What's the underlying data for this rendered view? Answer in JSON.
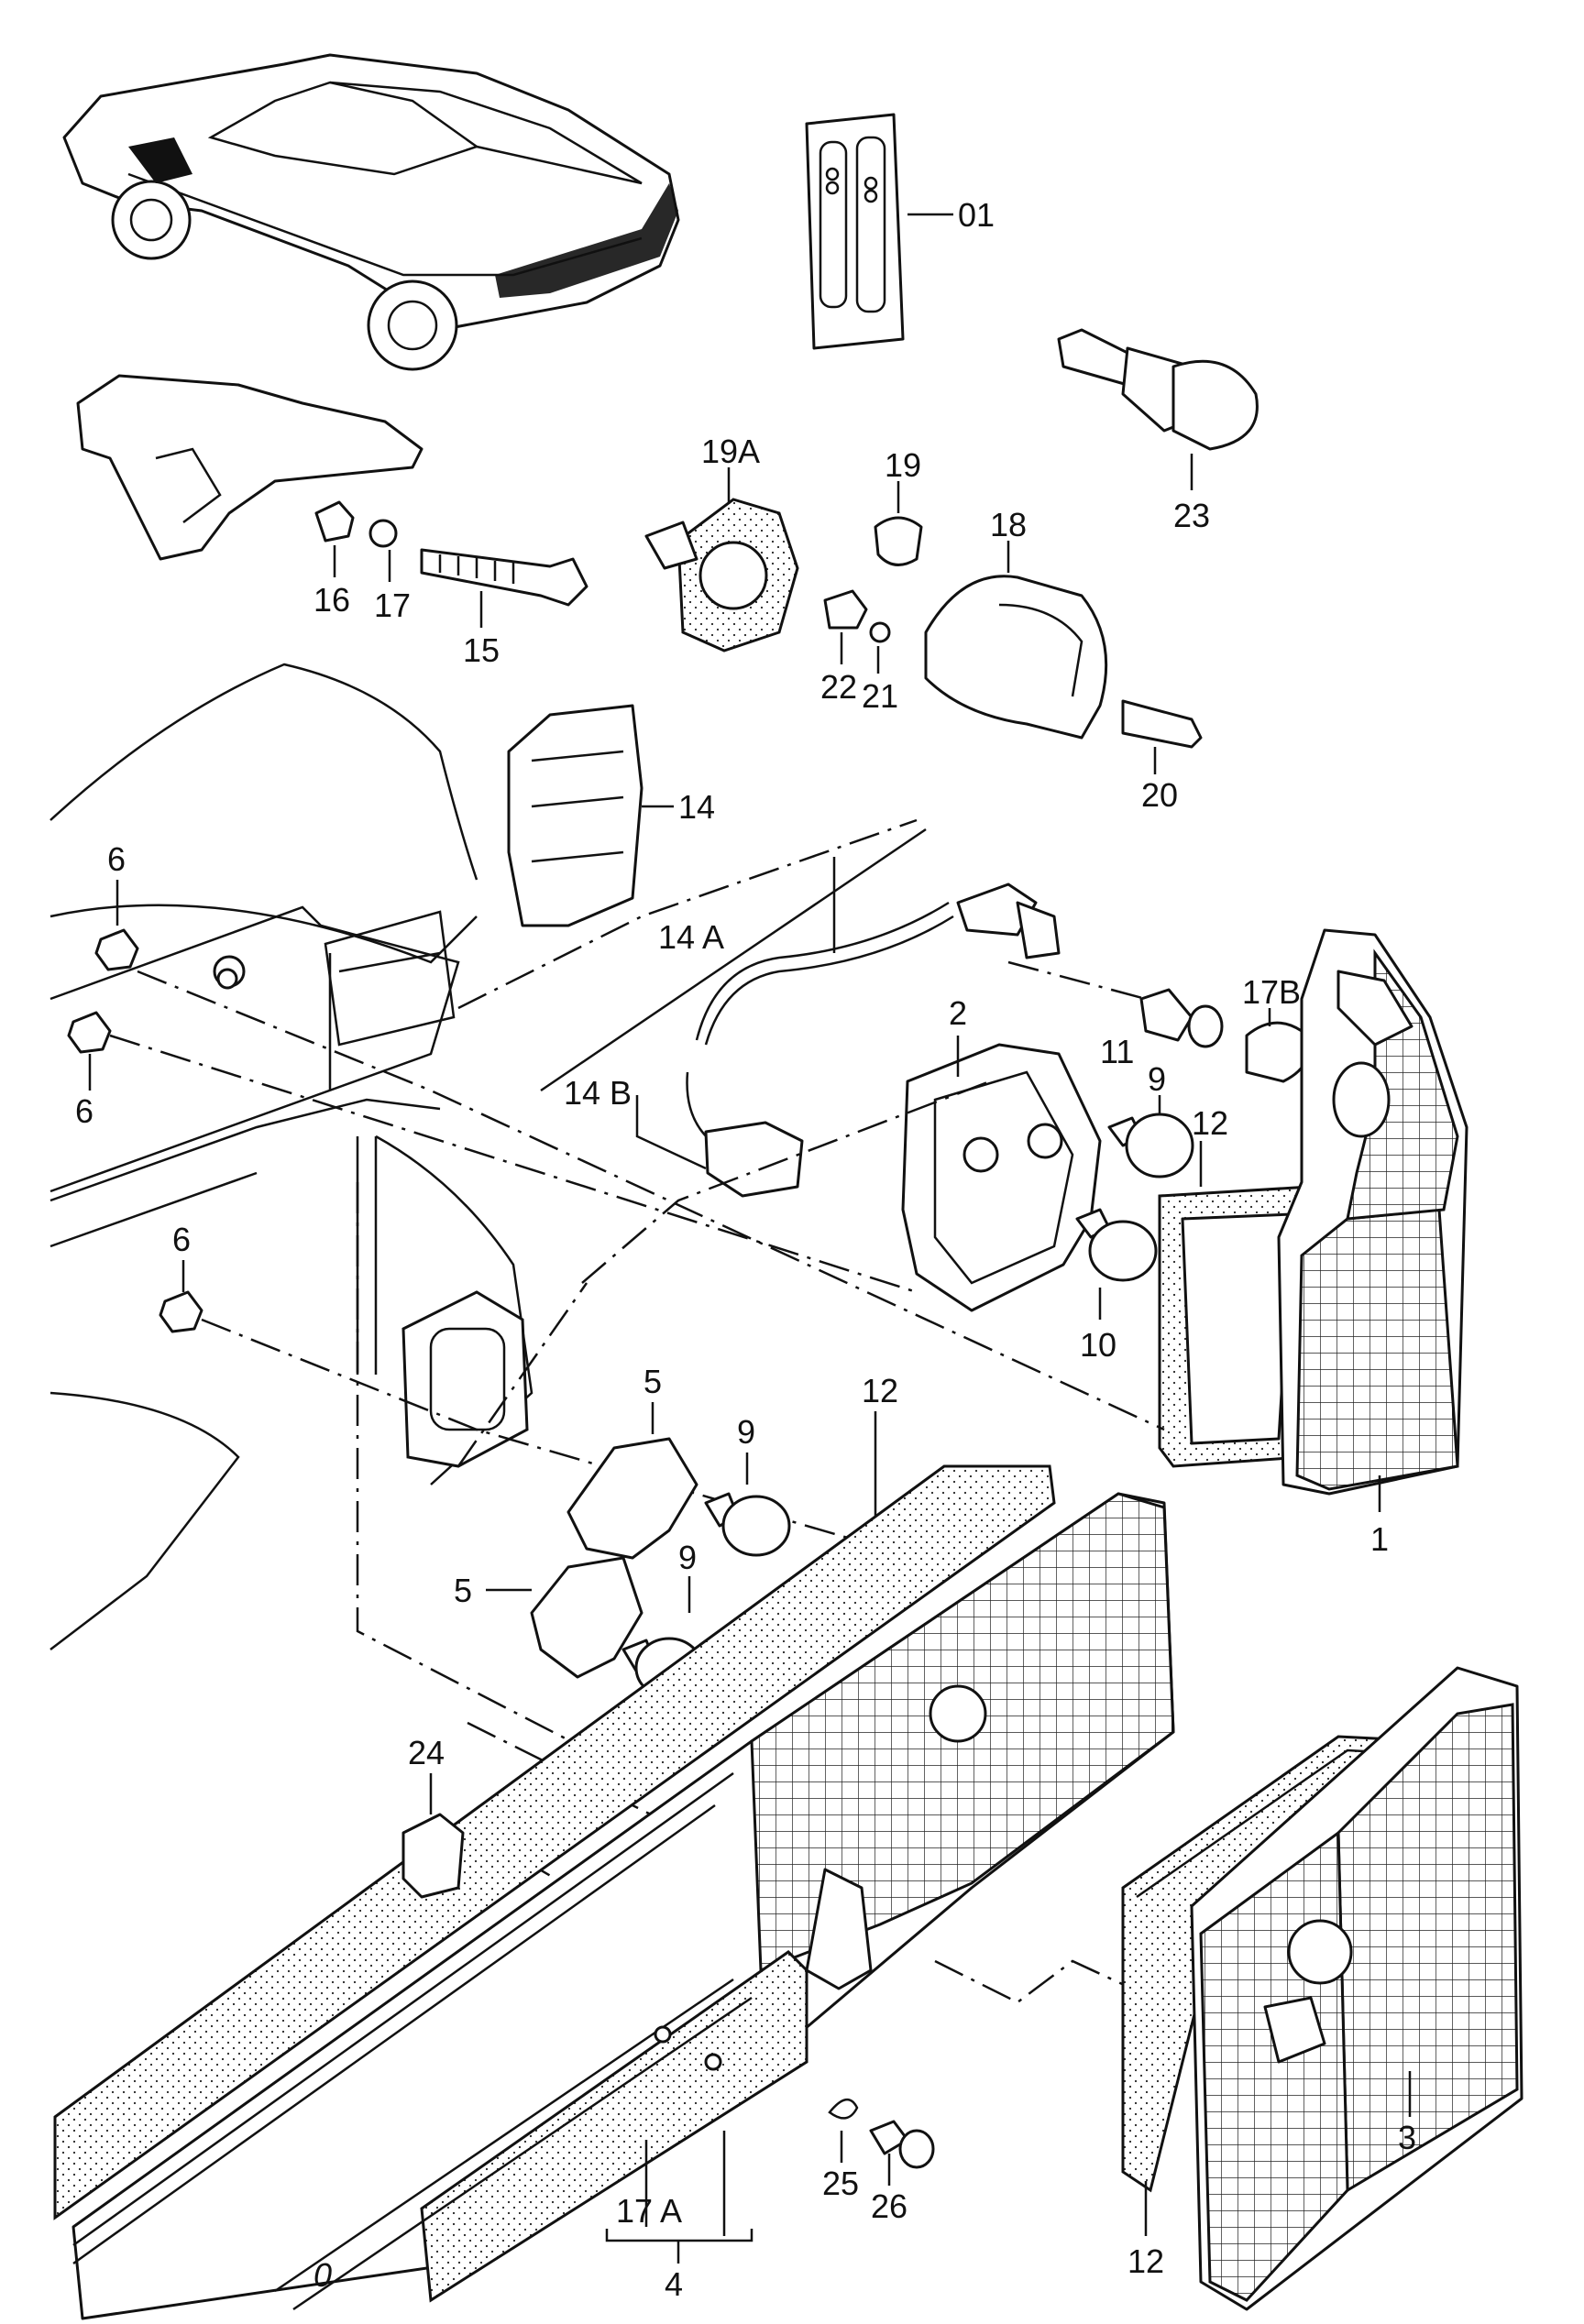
{
  "callouts": {
    "c01": "01",
    "c23": "23",
    "c19A": "19A",
    "c19": "19",
    "c18": "18",
    "c16": "16",
    "c17": "17",
    "c15": "15",
    "c22": "22",
    "c21": "21",
    "c20": "20",
    "c14": "14",
    "c14A": "14 A",
    "c14B": "14 B",
    "c6a": "6",
    "c6b": "6",
    "c6c": "6",
    "c2": "2",
    "c11": "11",
    "c17B": "17B",
    "c9a": "9",
    "c12a": "12",
    "c10": "10",
    "c1": "1",
    "c5a": "5",
    "c9b": "9",
    "c12b": "12",
    "c5b": "5",
    "c9c": "9",
    "c24": "24",
    "c25": "25",
    "c26": "26",
    "c17A": "17 A",
    "c4": "4",
    "c12c": "12",
    "c3": "3",
    "c0": "0"
  }
}
